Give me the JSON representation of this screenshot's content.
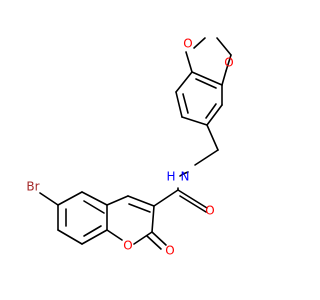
{
  "molecule": {
    "atoms": {
      "o_top": "O",
      "o_right": "O",
      "n_amide": "N",
      "h_amide": "H",
      "o_amide": "O",
      "o_ring": "O",
      "o_keto": "O",
      "br": "Br"
    }
  },
  "colors": {
    "bond": "#000000",
    "oxygen": "#ff0000",
    "nitrogen": "#0000ff",
    "bromine": "#a52a2a"
  }
}
